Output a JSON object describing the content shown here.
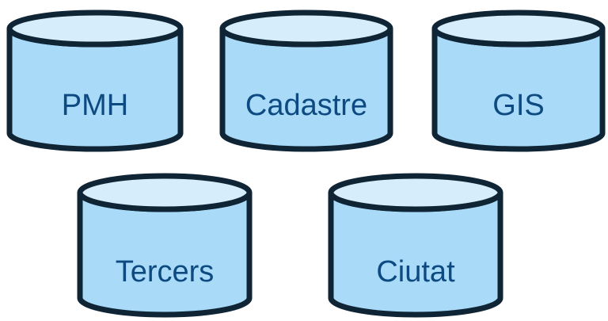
{
  "colors": {
    "body_fill": "#a9daf7",
    "top_fill": "#d6eefc",
    "outline": "#0f2536",
    "label": "#0d4a82"
  },
  "databases": [
    {
      "label": "PMH",
      "icon": "database-cylinder-icon"
    },
    {
      "label": "Cadastre",
      "icon": "database-cylinder-icon"
    },
    {
      "label": "GIS",
      "icon": "database-cylinder-icon"
    },
    {
      "label": "Tercers",
      "icon": "database-cylinder-icon"
    },
    {
      "label": "Ciutat",
      "icon": "database-cylinder-icon"
    }
  ]
}
